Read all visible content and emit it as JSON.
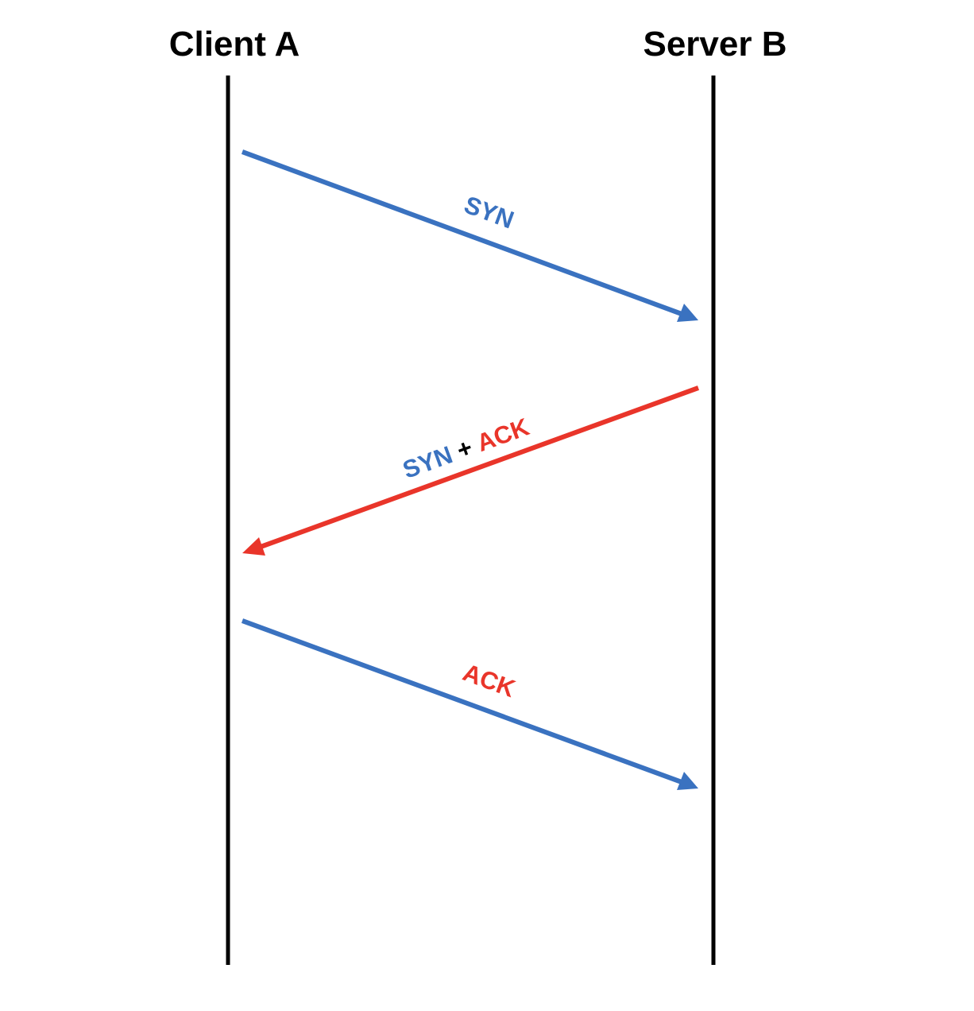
{
  "colors": {
    "syn": "#3A72C0",
    "ack": "#E9352A",
    "lifeline": "#000000",
    "plus": "#000000"
  },
  "actors": {
    "client": "Client A",
    "server": "Server B"
  },
  "messages": [
    {
      "direction": "client-to-server",
      "color": "syn",
      "label_parts": [
        {
          "text": "SYN",
          "color": "syn"
        }
      ]
    },
    {
      "direction": "server-to-client",
      "color": "ack",
      "label_parts": [
        {
          "text": "SYN",
          "color": "syn"
        },
        {
          "text": " + ",
          "color": "plus"
        },
        {
          "text": "ACK",
          "color": "ack"
        }
      ]
    },
    {
      "direction": "client-to-server",
      "color": "syn",
      "label_parts": [
        {
          "text": "ACK",
          "color": "ack"
        }
      ]
    }
  ]
}
